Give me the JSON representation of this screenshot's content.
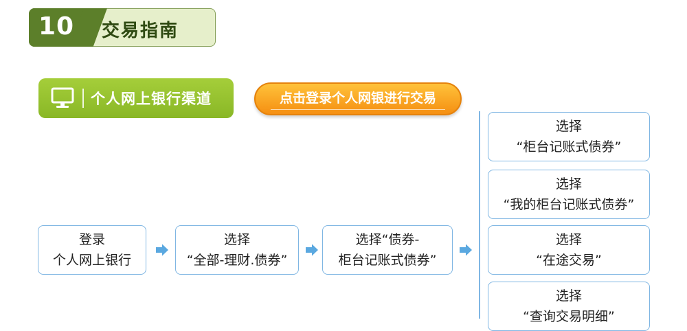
{
  "header": {
    "number": "10",
    "title": "交易指南"
  },
  "channel": {
    "icon": "monitor-icon",
    "label": "个人网上银行渠道"
  },
  "action_button": {
    "label": "点击登录个人网银进行交易"
  },
  "steps": [
    {
      "line1": "登录",
      "line2": "个人网上银行"
    },
    {
      "line1": "选择",
      "line2": "“全部-理财.债券”"
    },
    {
      "line1": "选择“债券-",
      "line2": "柜台记账式债券”"
    }
  ],
  "options": [
    {
      "line1": "选择",
      "line2": "“柜台记账式债券”"
    },
    {
      "line1": "选择",
      "line2": "“我的柜台记账式债券”"
    },
    {
      "line1": "选择",
      "line2": "“在途交易”"
    },
    {
      "line1": "选择",
      "line2": "“查询交易明细”"
    }
  ],
  "colors": {
    "header_dark": "#5c7f2a",
    "header_light": "#e6efcb",
    "channel_green": "#97c230",
    "action_orange": "#f5a020",
    "box_border": "#7fb6e3",
    "arrow_blue": "#5aa8e0"
  }
}
